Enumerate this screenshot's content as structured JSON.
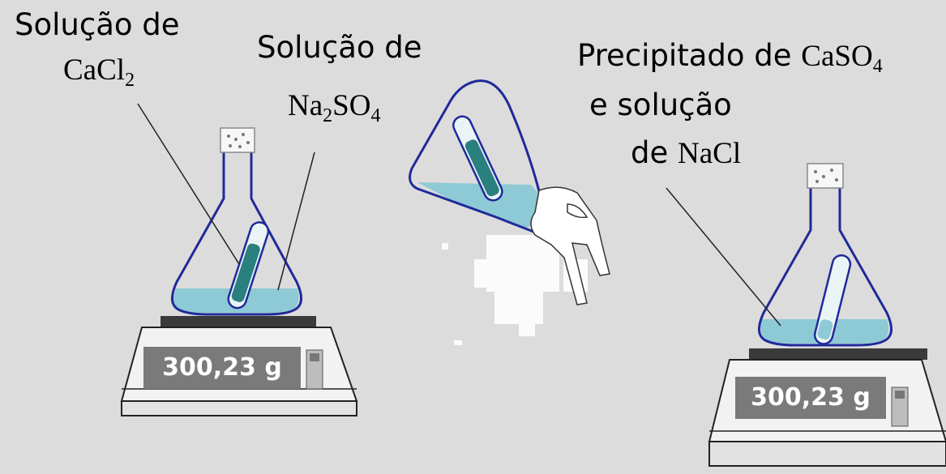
{
  "labels": {
    "cacl2_prefix": "Solução de",
    "cacl2_formula": {
      "base1": "CaCl",
      "sub1": "2"
    },
    "na2so4_prefix": "Solução de",
    "na2so4_formula": {
      "base1": "Na",
      "sub1": "2",
      "base2": "SO",
      "sub2": "4"
    },
    "precip_prefix": "Precipitado de ",
    "precip_formula": {
      "base1": "CaSO",
      "sub1": "4"
    },
    "precip_line2": "e solução",
    "nacl_prefix": "de ",
    "nacl_formula": "NaCl"
  },
  "scales": {
    "left": {
      "reading": "300,23 g"
    },
    "right": {
      "reading": "300,23 g"
    }
  },
  "colors": {
    "background": "#dcdcdc",
    "glass_outline": "#1f2a9a",
    "solution": "#8ec9d6",
    "tube_fill": "#2a7f7f",
    "display": "#7a7a7a",
    "scale_body": "#f2f2f2",
    "scale_top": "#3a3a3a"
  }
}
